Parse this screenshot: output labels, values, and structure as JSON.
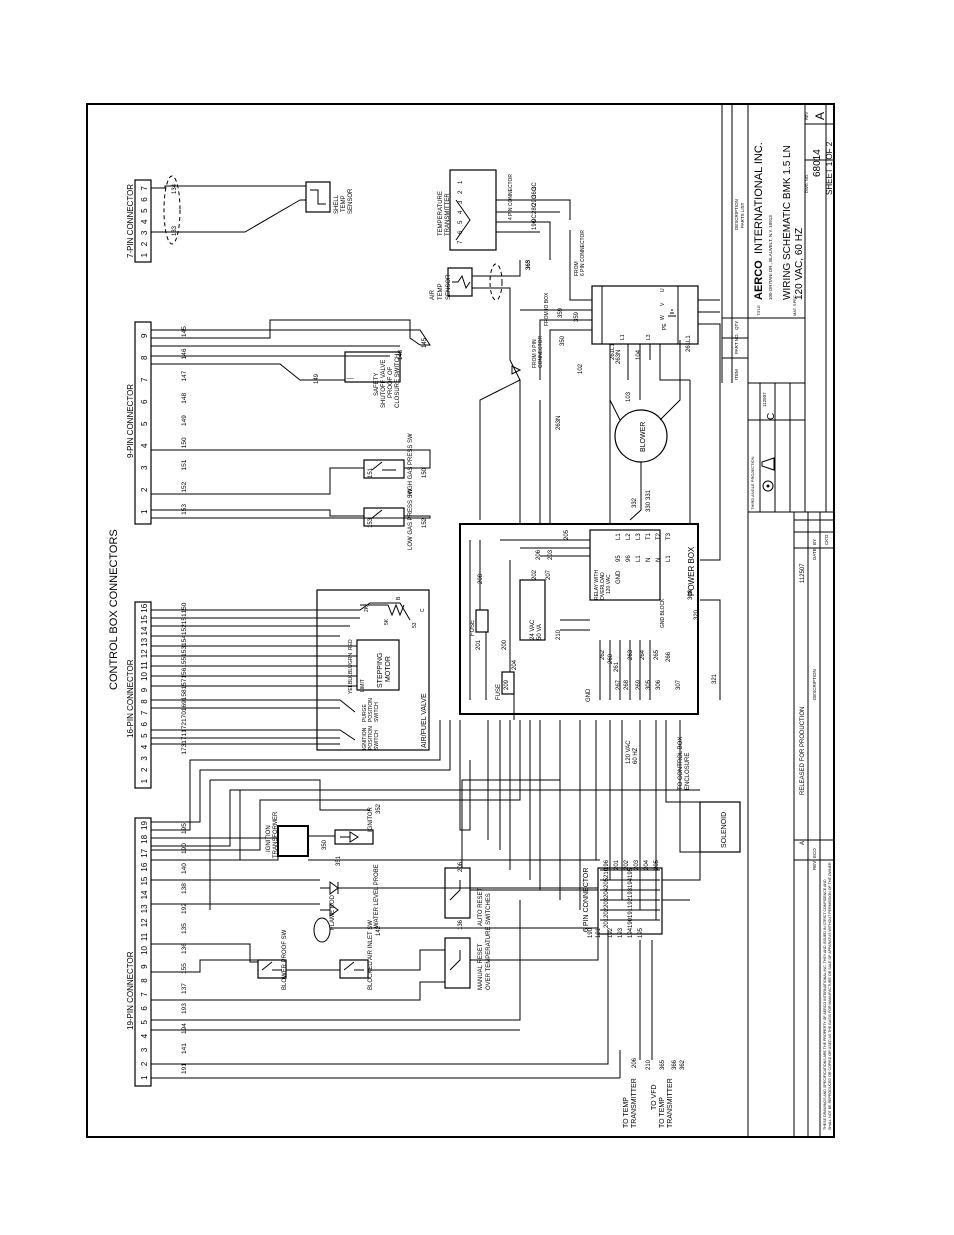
{
  "connectors": {
    "title": "CONTROL BOX CONNECTORS",
    "c19": {
      "title": "19-PIN CONNECTOR",
      "pins": [
        "19",
        "18",
        "17",
        "16",
        "15",
        "14",
        "13",
        "12",
        "11",
        "10",
        "9",
        "8",
        "7",
        "6",
        "5",
        "4",
        "3",
        "2",
        "1"
      ]
    },
    "c16": {
      "title": "16-PIN CONNECTOR",
      "pins": [
        "16",
        "15",
        "14",
        "13",
        "12",
        "11",
        "10",
        "9",
        "8",
        "7",
        "6",
        "5",
        "4",
        "3",
        "2",
        "1"
      ]
    },
    "c9": {
      "title": "9-PIN CONNECTOR",
      "pins": [
        "9",
        "8",
        "7",
        "6",
        "5",
        "4",
        "3",
        "2",
        "1"
      ]
    },
    "c7": {
      "title": "7-PIN CONNECTOR",
      "pins": [
        "7",
        "6",
        "5",
        "4",
        "3",
        "2",
        "1"
      ]
    }
  },
  "components": {
    "air_fuel_valve": "AIR/FUEL VALVE",
    "stepping_motor": "STEPPING MOTOR",
    "ignition_position_switch": "IGNITION POSITION SWITCH",
    "purge_position_switch": "PURGE POSITION SWITCH",
    "limit": "LIMIT",
    "wire_colors": [
      "RED",
      "GRN",
      "BLU",
      "BLK",
      "YEL"
    ],
    "low_gas": "LOW GAS PRESS SW",
    "high_gas": "HIGH GAS PRESS SW",
    "safety_valve": [
      "SAFETY",
      "SHUTOFF VALVE",
      "PROOF OF",
      "CLOSURE SWITCH"
    ],
    "shell_temp": [
      "SHELL",
      "TEMP",
      "SENSOR"
    ],
    "temp_transmitter": [
      "TEMPERATURE",
      "TRANSMITTER"
    ],
    "air_temp": [
      "AIR",
      "TEMP",
      "SENSOR"
    ],
    "four_pin": "4 PIN CONNECTOR",
    "from_6pin": [
      "FROM",
      "6 PIN CONNECTOR"
    ],
    "from_9pin": [
      "FROM 9 PIN",
      "CONNECTOR"
    ],
    "from_io": "FROM IO BOX",
    "vfd": "VFD",
    "blower": "BLOWER",
    "power_box": "POWER BOX",
    "relay": [
      "RELAY WITH",
      "OVERLOAD"
    ],
    "vac_120": "120 VAC",
    "vac_24": [
      "24 VAC",
      "50 VA"
    ],
    "vac_120_hz": [
      "120 VAC",
      "60 HZ"
    ],
    "fuse": "FUSE",
    "gnd": "GND",
    "gnd_block": "GND BLOCK",
    "to_control_box": [
      "TO CONTROL BOX",
      "ENCLOSURE"
    ],
    "solenoid": "SOLENOID",
    "six_pin": "6 PIN CONNECTOR",
    "ignition_transformer": [
      "IGNITION",
      "TRANSFORMER"
    ],
    "ignitor": "IGNITOR",
    "water_level": "WATER LEVEL PROBE",
    "flame_rod": "FLAME ROD",
    "blower_proof": "BLOWER PROOF SW",
    "blocked_air": "BLOCKED AIR INLET SW",
    "over_temp": [
      "MANUAL RESET",
      "AUTO RESET",
      "OVER TEMPERATURE SWITCHES"
    ],
    "to_temp_1": [
      "TO TEMP",
      "TRANSMITTER"
    ],
    "to_vfd": "TO VFD",
    "to_temp_2": [
      "TO TEMP",
      "TRANSMITTER"
    ]
  },
  "wires": {
    "w19": [
      "191",
      "141",
      "194",
      "193",
      "137",
      "155",
      "136",
      "135",
      "192",
      "138",
      "140",
      "190",
      "195"
    ],
    "w16": [
      "173",
      "171",
      "172",
      "170",
      "169",
      "158",
      "157",
      "156",
      "155",
      "153",
      "154",
      "152",
      "151",
      "150"
    ],
    "w9": [
      "153",
      "152",
      "151",
      "150",
      "149",
      "148",
      "147",
      "146",
      "145"
    ],
    "w7": [
      "133",
      "134"
    ],
    "afv_terminals": [
      "1",
      "3",
      "4",
      "B",
      "C",
      "2K",
      "5K",
      "53"
    ],
    "gas": [
      "153",
      "152",
      "151",
      "150"
    ],
    "safety": [
      "149",
      "145",
      "148",
      "147",
      "146",
      "148"
    ],
    "transmitter_pins": [
      "7",
      "6",
      "5",
      "4",
      "3",
      "2",
      "1"
    ],
    "tt_wires": [
      "19C",
      "9C",
      "28C",
      "29C",
      "36C",
      "3C"
    ],
    "misc": [
      "363",
      "359",
      "359",
      "350",
      "102",
      "103",
      "104",
      "261L1",
      "263N",
      "263N",
      "261L1",
      "330",
      "331",
      "332",
      "205",
      "206",
      "207",
      "208",
      "201",
      "200",
      "202",
      "203",
      "204",
      "209",
      "210",
      "260",
      "261",
      "262",
      "263",
      "264",
      "265",
      "266",
      "267",
      "268",
      "269",
      "305",
      "306",
      "307",
      "308",
      "320",
      "321",
      "350",
      "351",
      "352",
      "142",
      "136",
      "206",
      "190",
      "191",
      "192",
      "193",
      "194",
      "195",
      "196",
      "201",
      "202",
      "203",
      "204",
      "205",
      "206",
      "210",
      "365",
      "366",
      "362",
      "365"
    ],
    "six_pin_left": [
      "190",
      "191",
      "192",
      "193",
      "194",
      "195"
    ],
    "six_pin_right": [
      "201",
      "202",
      "203",
      "204",
      "205",
      "210"
    ],
    "power_box_terms": [
      "L1",
      "L2",
      "L3",
      "T1",
      "T2",
      "T3",
      "95",
      "96",
      "L1",
      "N",
      "N",
      "L1",
      "GND"
    ]
  },
  "vfd_terms": [
    "L1",
    "L2",
    "L3",
    "U",
    "V",
    "W",
    "PE",
    "PE"
  ],
  "title_block": {
    "company": "AERCO",
    "company_suffix": "INTERNATIONAL INC.",
    "address": "100 ORITANI DR., BLAUVELT, N.Y. 10913",
    "drawing_title": "WIRING SCHEMATIC BMK 1.5 LN",
    "drawing_sub": "120 VAC, 60 HZ",
    "dwg_no_label": "DWG. NO.",
    "dwg_no": "68014",
    "rev_label": "REV",
    "rev": "A",
    "sheet": "SHEET 1 OF 2",
    "scale": "C",
    "released": "RELEASED FOR PRODUCTION",
    "date_code": "112507",
    "rev_col": [
      "REV",
      "ECO",
      "DESCRIPTION",
      "DATE",
      "BY",
      "CK'D"
    ],
    "third_angle": "THIRD ANGLE PROJECTION",
    "parts_list": "PARTS LIST",
    "parts_headers": [
      "ITEM",
      "PART NO.",
      "QTY",
      "DESCRIPTION"
    ],
    "title_label": "TITLE",
    "mat_spec": "MAT. SPEC",
    "notes": [
      "THESE DRAWINGS AND SPECIFICATIONS ARE THE PROPERTY OF AERCO INTERNATIONAL INC. THEY AND ISSUED IN STRICT CONFIDENCE AND",
      "SHALL NOT BE REPRODUCED OR COPIED OR USED AS THE BASIS FOR MANUFACTURE OR SALE OF APPARATUS WITHOUT PERMISSION OF THE OWNER"
    ],
    "sizes": [
      "C"
    ]
  }
}
